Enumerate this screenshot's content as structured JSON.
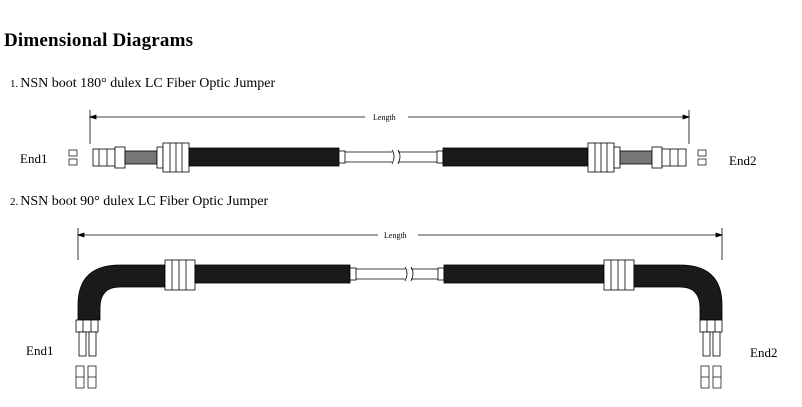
{
  "page": {
    "title": "Dimensional Diagrams"
  },
  "diagrams": [
    {
      "number": "1.",
      "title": "NSN boot 180° dulex LC Fiber Optic Jumper",
      "dimension_label": "Length",
      "end_left": "End1",
      "end_right": "End2"
    },
    {
      "number": "2.",
      "title": "NSN boot 90° dulex LC Fiber Optic Jumper",
      "dimension_label": "Length",
      "end_left": "End1",
      "end_right": "End2"
    }
  ],
  "colors": {
    "ink": "#000000",
    "boot_dark": "#1a1a1a",
    "cable": "#ffffff",
    "gray_boot": "#777777"
  }
}
